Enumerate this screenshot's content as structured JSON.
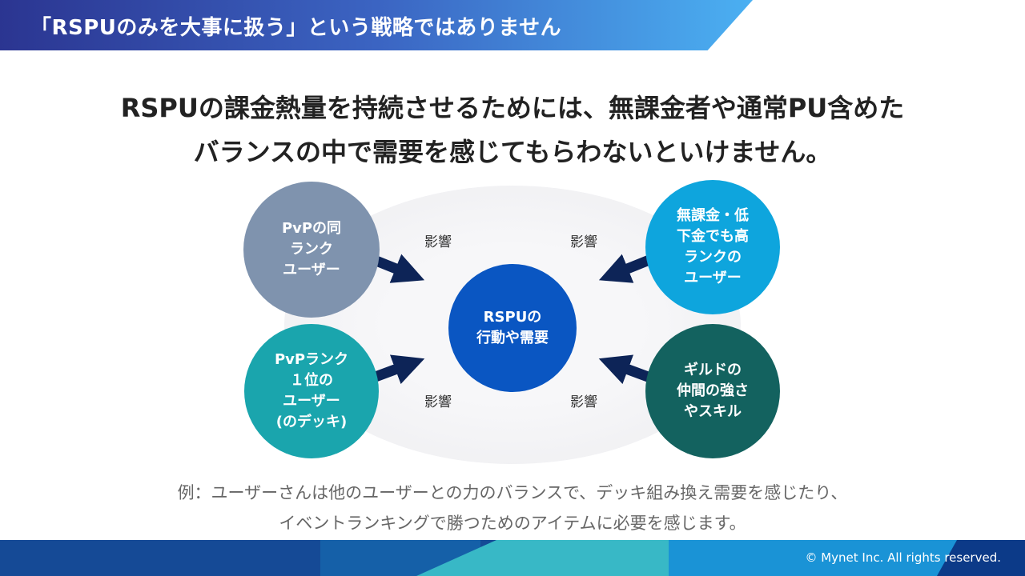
{
  "header": {
    "title": "「RSPUのみを大事に扱う」という戦略ではありません"
  },
  "headline": {
    "line1": "RSPUの課金熱量を持続させるためには、無課金者や通常PU含めた",
    "line2": "バランスの中で需要を感じてもらわないといけません。"
  },
  "diagram": {
    "center": "RSPUの\n行動や需要",
    "top_left": "PvPの同\nランク\nユーザー",
    "bottom_left": "PvPランク\n１位の\nユーザー\n(のデッキ)",
    "top_right": "無課金・低\n下金でも高\nランクの\nユーザー",
    "bottom_right": "ギルドの\n仲間の強さ\nやスキル",
    "influence_labels": [
      "影響",
      "影響",
      "影響",
      "影響"
    ],
    "colors": {
      "center": "#0a56c2",
      "top_left": "#7f93ae",
      "bottom_left": "#1aa5ad",
      "top_right": "#0ea5dd",
      "bottom_right": "#13625f",
      "arrow": "#0d2457"
    }
  },
  "note": {
    "line1": "例：ユーザーさんは他のユーザーとの力のバランスで、デッキ組み換え需要を感じたり、",
    "line2": "イベントランキングで勝つためのアイテムに必要を感じます。"
  },
  "footer": {
    "copyright": "© Mynet Inc. All rights reserved."
  }
}
